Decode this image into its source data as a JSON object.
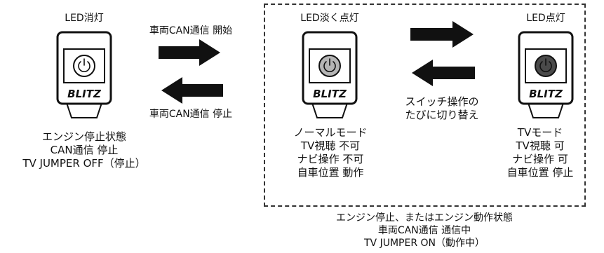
{
  "devices": {
    "off": {
      "status_label": "LED消灯",
      "logo": "BLITZ",
      "led_color": "#ffffff"
    },
    "dim": {
      "status_label": "LED淡く点灯",
      "logo": "BLITZ",
      "led_color": "#b5b5b5"
    },
    "on": {
      "status_label": "LED点灯",
      "logo": "BLITZ",
      "led_color": "#4a4a4a"
    }
  },
  "arrows": {
    "start_label": "車両CAN通信 開始",
    "stop_label": "車両CAN通信 停止",
    "toggle_label": [
      "スイッチ操作の",
      "たびに切り替え"
    ]
  },
  "states": {
    "off": [
      "エンジン停止状態",
      "CAN通信 停止",
      "TV JUMPER OFF（停止）"
    ],
    "normal": [
      "ノーマルモード",
      "TV視聴 不可",
      "ナビ操作 不可",
      "自車位置 動作"
    ],
    "tv": [
      "TVモード",
      "TV視聴 可",
      "ナビ操作 可",
      "自車位置 停止"
    ]
  },
  "footer": [
    "エンジン停止、またはエンジン動作状態",
    "車両CAN通信 通信中",
    "TV JUMPER ON（動作中）"
  ]
}
